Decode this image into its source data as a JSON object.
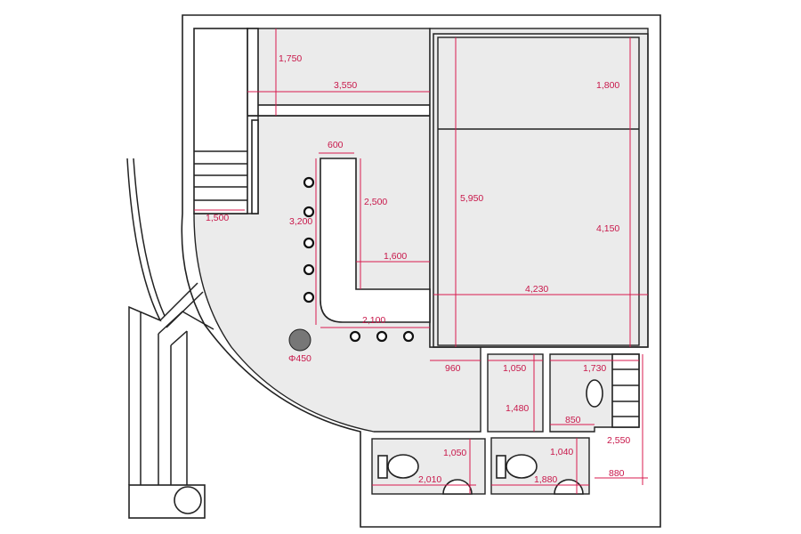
{
  "plan": {
    "dimensions": {
      "storage_depth": "1,750",
      "storage_width": "3,550",
      "bed_head": "1,800",
      "counter_width": "600",
      "counter_long": "2,500",
      "bar_length": "3,200",
      "stair_width": "1,500",
      "bedroom_depth": "5,950",
      "bed_length": "4,150",
      "counter_gap": "1,600",
      "bedroom_width": "4,230",
      "counter_bottom": "2,100",
      "column_diameter": "Φ450",
      "corridor": "960",
      "closet_width": "1,050",
      "closet_depth": "1,480",
      "bath_width": "1,730",
      "bath_inner": "850",
      "bath_depth": "2,550",
      "bath_step": "880",
      "wc1_depth": "1,050",
      "wc1_width": "2,010",
      "wc2_depth": "1,040",
      "wc2_width": "1,880"
    },
    "colors": {
      "dimension": "#d81b4f",
      "floor": "#ebebeb",
      "column": "#777777"
    }
  }
}
